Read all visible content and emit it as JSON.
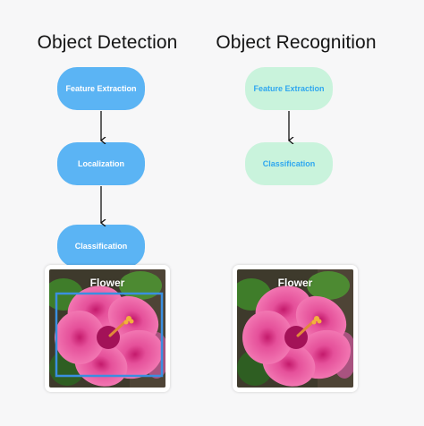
{
  "detection": {
    "title": "Object Detection",
    "steps": [
      "Feature Extraction",
      "Localization",
      "Classification"
    ],
    "image_label": "Flower"
  },
  "recognition": {
    "title": "Object Recognition",
    "steps": [
      "Feature Extraction",
      "Classification"
    ],
    "image_label": "Flower"
  },
  "colors": {
    "detection_step": "#5bb4f4",
    "recognition_step": "#c9f3dc",
    "recognition_text": "#2fa7ef",
    "bounding_box": "#3a8fe0"
  },
  "icons": [
    "flower-image",
    "arrow-down-icon"
  ]
}
